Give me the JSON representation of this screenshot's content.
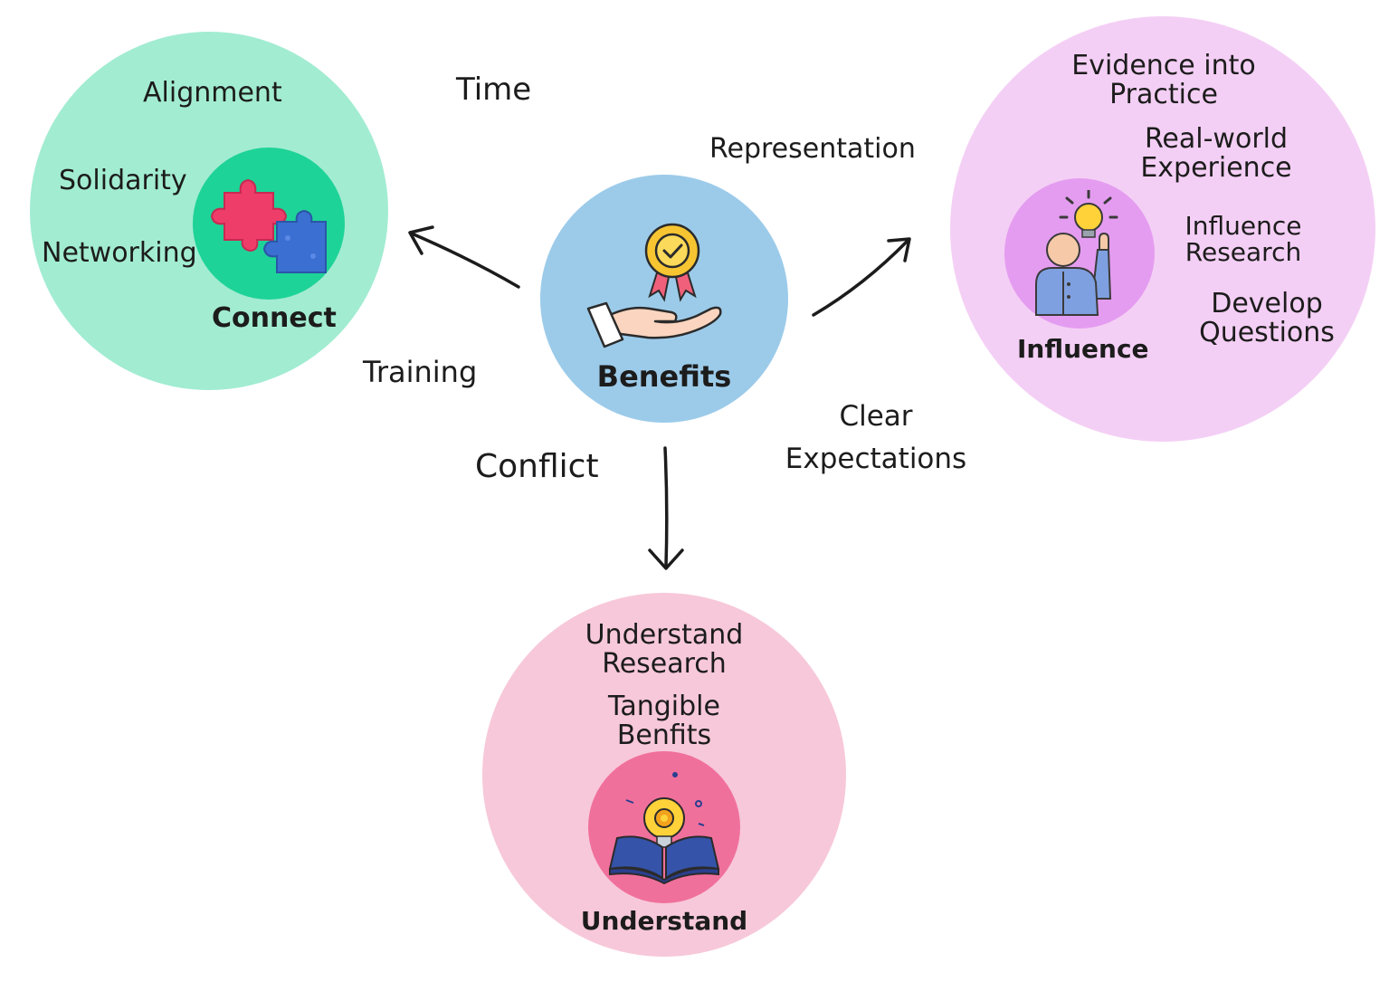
{
  "center": {
    "title": "Benefits",
    "color": "#9ccbea",
    "icon": "award-hand-icon"
  },
  "connect": {
    "title": "Connect",
    "color": "#a2ecd2",
    "inner_color": "#1ed397",
    "icon": "puzzle-icon",
    "items": [
      "Alignment",
      "Solidarity",
      "Networking"
    ]
  },
  "influence": {
    "title": "Influence",
    "color": "#f4cff5",
    "inner_color": "#e49cf0",
    "icon": "person-idea-icon",
    "items": [
      "Evidence into\nPractice",
      "Real-world\nExperience",
      "Influence\nResearch",
      "Develop\nQuestions"
    ]
  },
  "understand": {
    "title": "Understand",
    "color": "#f7c8d9",
    "inner_color": "#f0709c",
    "icon": "book-gear-icon",
    "items": [
      "Understand\nResearch",
      "Tangible\nBenfits"
    ]
  },
  "connectors": {
    "time": "Time",
    "training": "Training",
    "representation": "Representation",
    "clear_expectations": "Clear\nExpectations",
    "conflict": "Conflict"
  }
}
